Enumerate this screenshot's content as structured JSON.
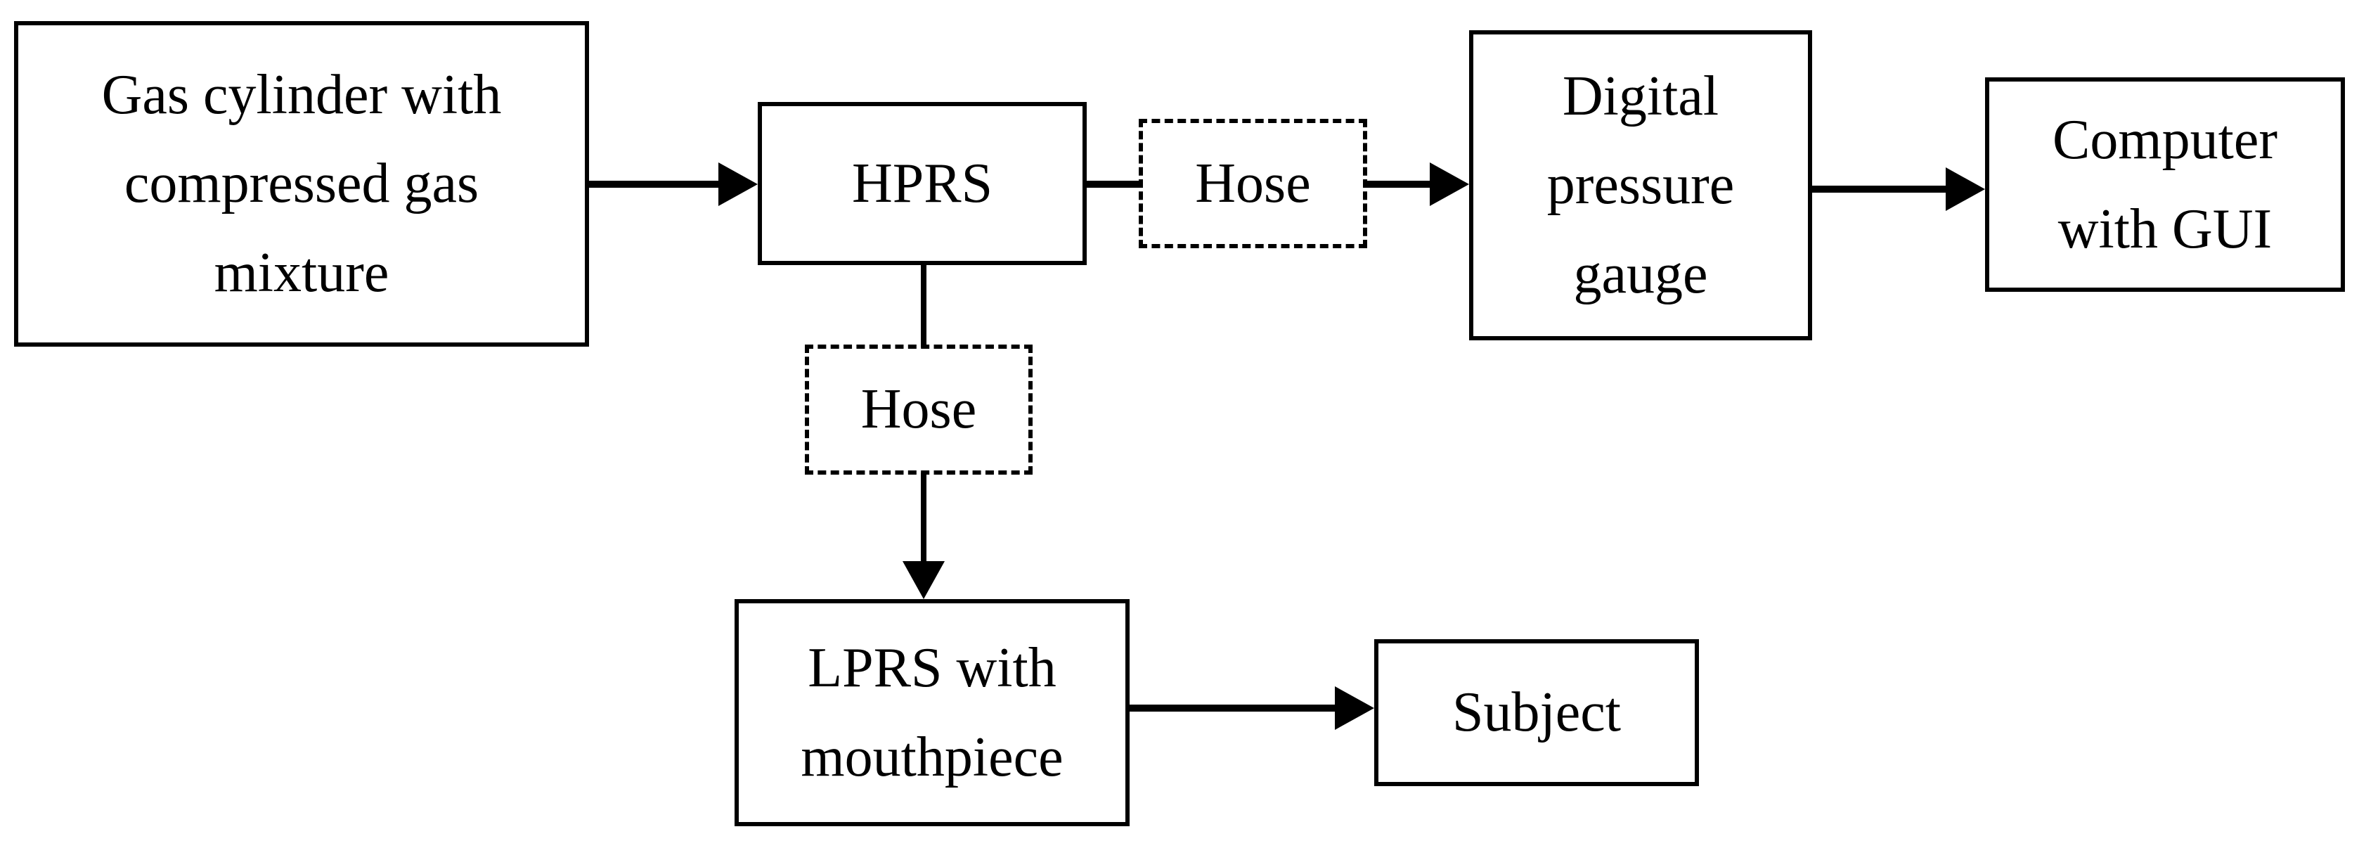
{
  "diagram": {
    "background_color": "#ffffff",
    "stroke_color": "#000000",
    "text_color": "#000000",
    "nodes": {
      "gas_cylinder": {
        "lines": [
          "Gas cylinder with",
          "compressed gas",
          "mixture"
        ],
        "border_style": "solid"
      },
      "hprs": {
        "lines": [
          "HPRS"
        ],
        "border_style": "solid"
      },
      "hose_upper": {
        "lines": [
          "Hose"
        ],
        "border_style": "dashed"
      },
      "pressure_gauge": {
        "lines": [
          "Digital",
          "pressure",
          "gauge"
        ],
        "border_style": "solid"
      },
      "computer": {
        "lines": [
          "Computer",
          "with GUI"
        ],
        "border_style": "solid"
      },
      "hose_lower": {
        "lines": [
          "Hose"
        ],
        "border_style": "dashed"
      },
      "lprs": {
        "lines": [
          "LPRS with",
          "mouthpiece"
        ],
        "border_style": "solid"
      },
      "subject": {
        "lines": [
          "Subject"
        ],
        "border_style": "solid"
      }
    },
    "connectors": [
      {
        "from": "gas_cylinder",
        "to": "hprs",
        "type": "arrow",
        "direction": "right"
      },
      {
        "from": "hprs",
        "to": "hose_upper",
        "type": "line",
        "direction": "right"
      },
      {
        "from": "hose_upper",
        "to": "pressure_gauge",
        "type": "arrow",
        "direction": "right"
      },
      {
        "from": "pressure_gauge",
        "to": "computer",
        "type": "arrow",
        "direction": "right"
      },
      {
        "from": "hprs",
        "to": "hose_lower",
        "type": "line",
        "direction": "down"
      },
      {
        "from": "hose_lower",
        "to": "lprs",
        "type": "arrow",
        "direction": "down"
      },
      {
        "from": "lprs",
        "to": "subject",
        "type": "arrow",
        "direction": "right"
      }
    ]
  }
}
